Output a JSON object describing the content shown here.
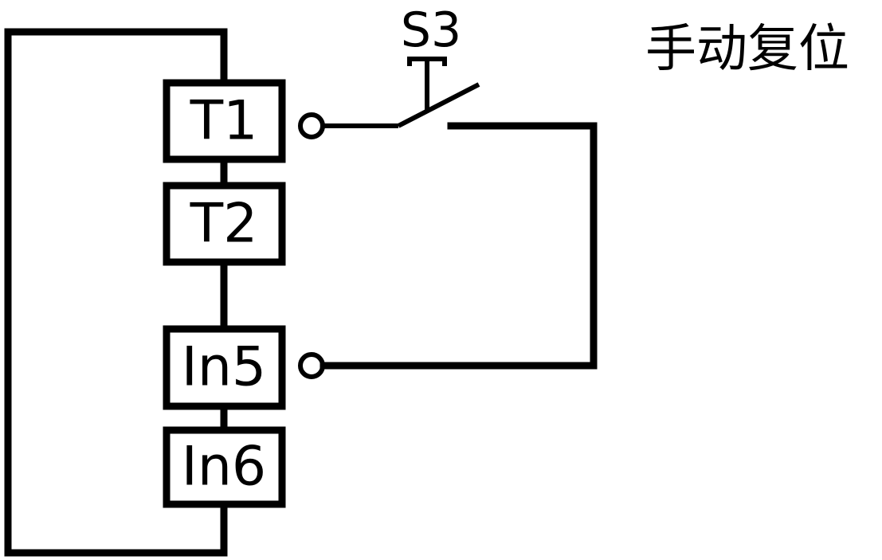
{
  "title": "手动复位",
  "switch": {
    "label": "S3"
  },
  "blocks": [
    {
      "id": "t1",
      "label": "T1"
    },
    {
      "id": "t2",
      "label": "T2"
    },
    {
      "id": "in5",
      "label": "In5"
    },
    {
      "id": "in6",
      "label": "In6"
    }
  ]
}
